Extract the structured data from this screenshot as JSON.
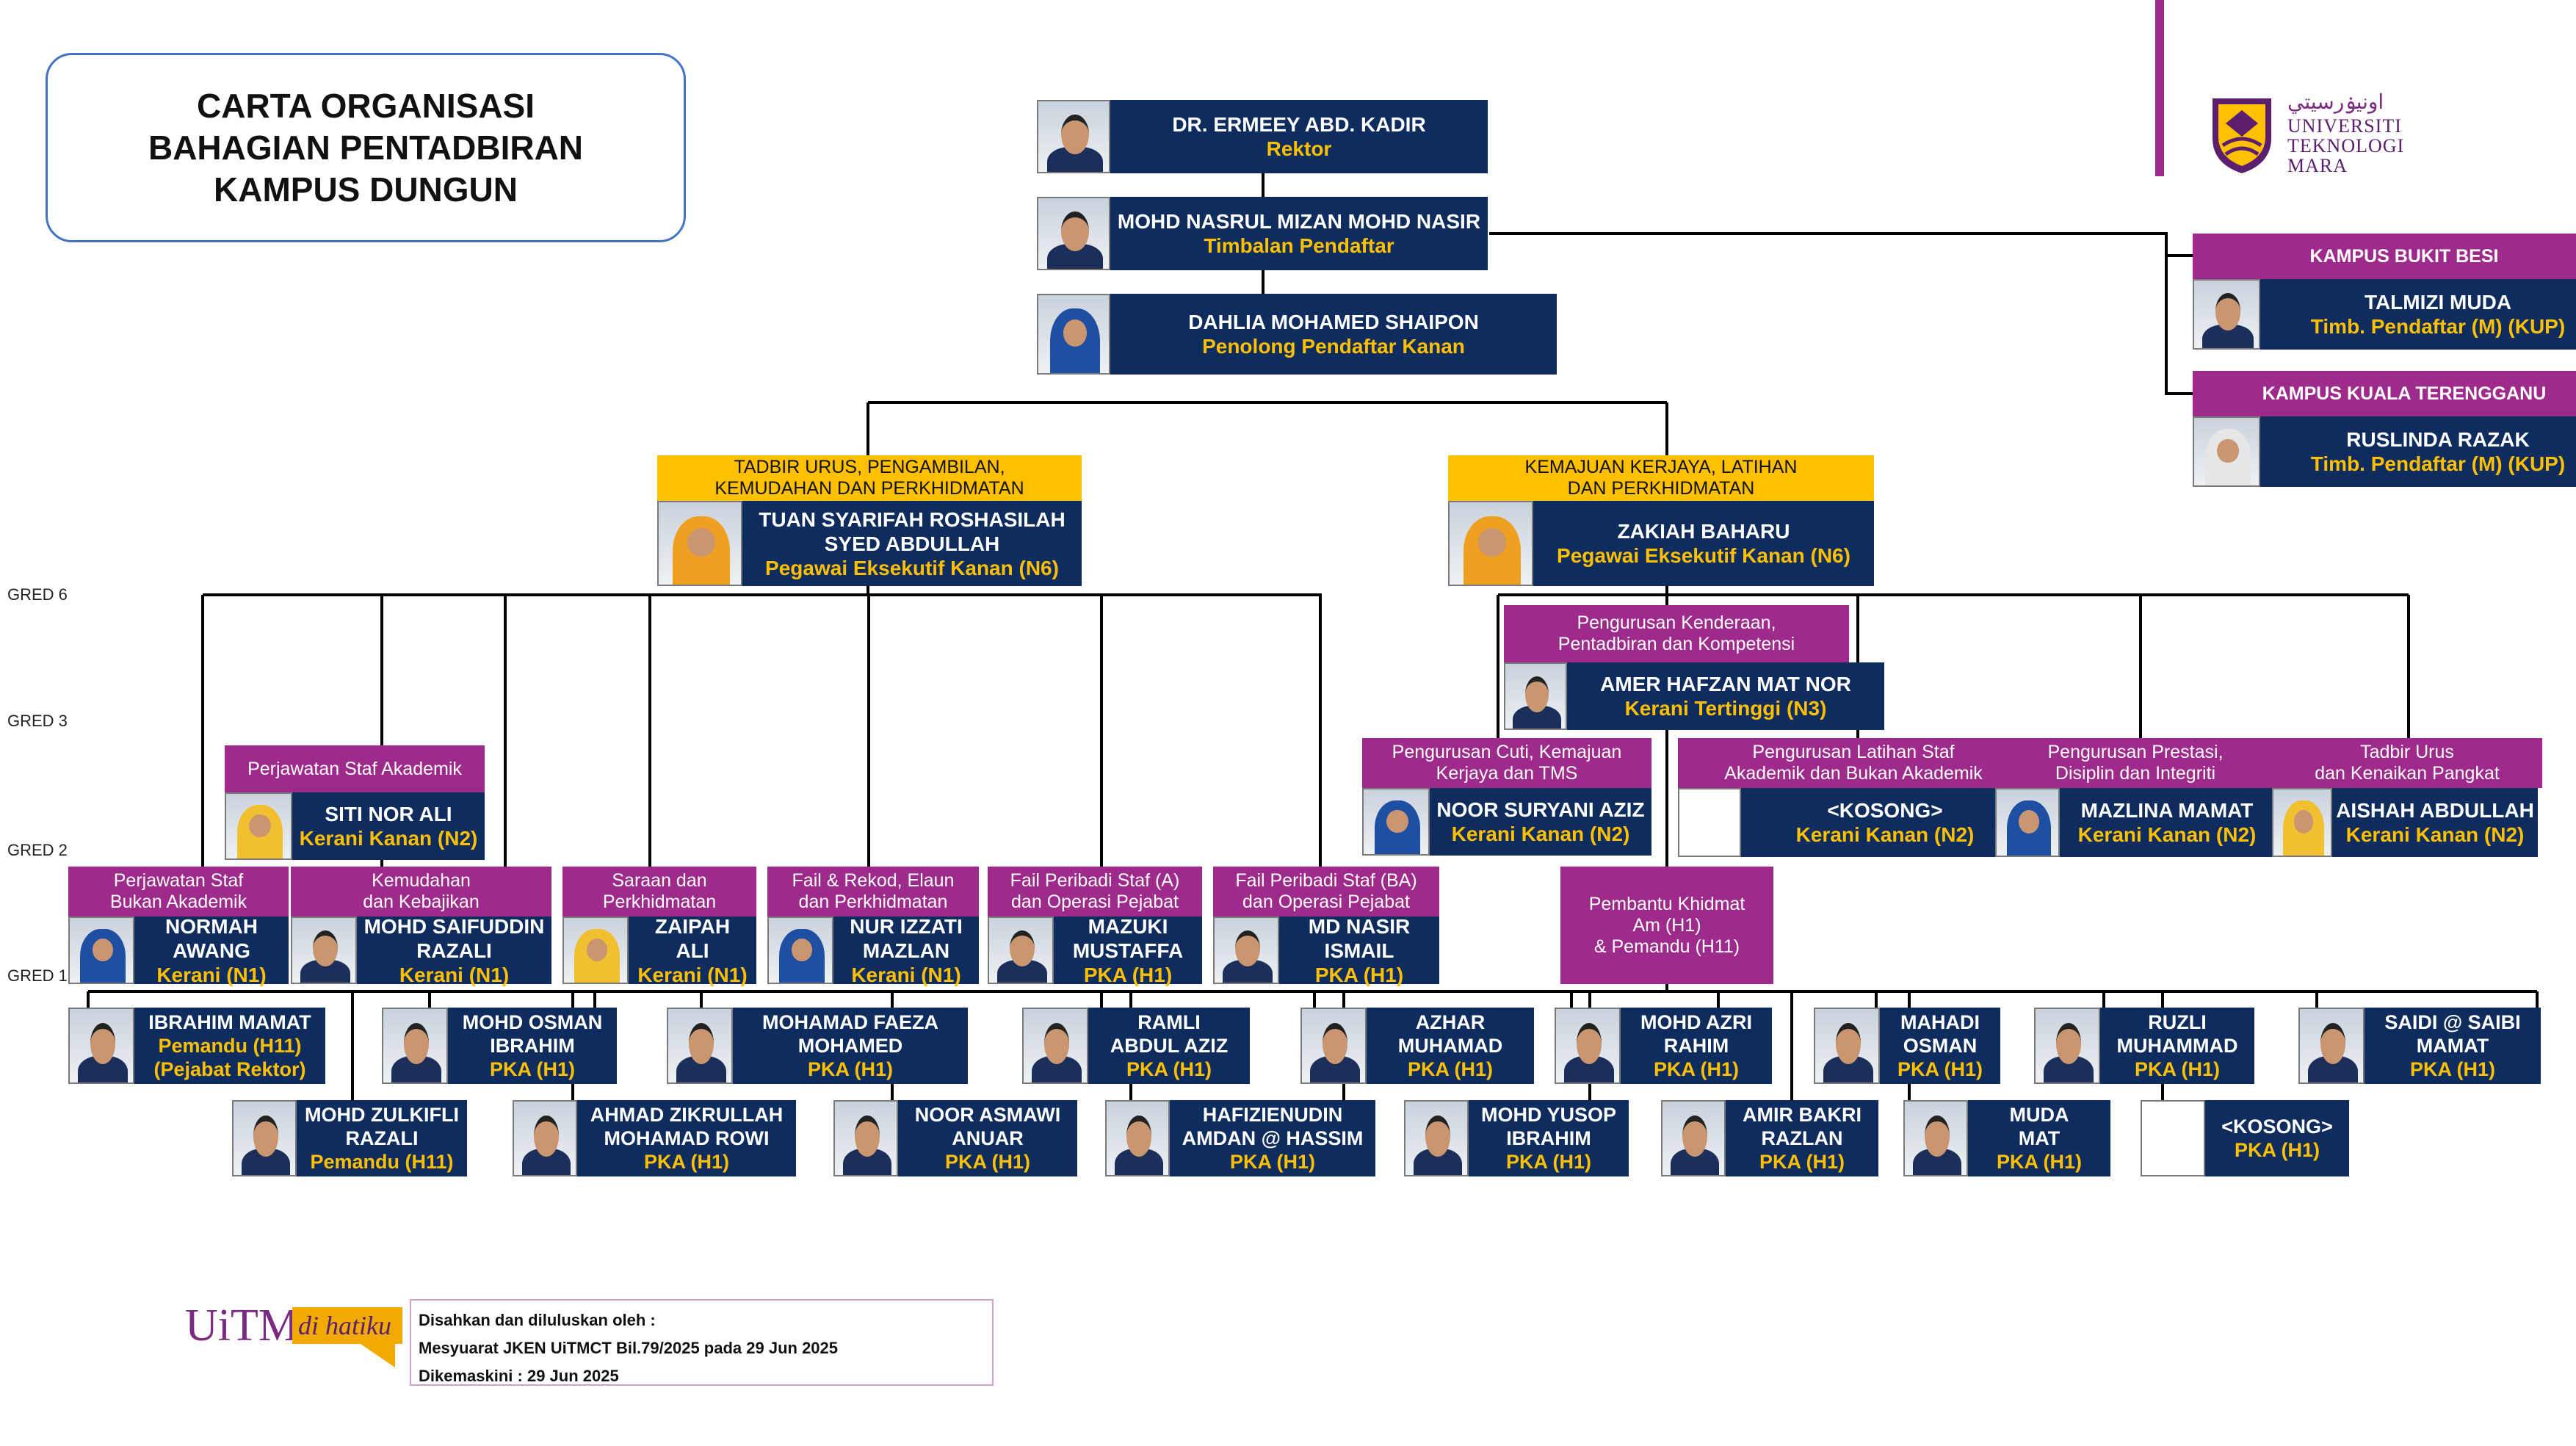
{
  "title": [
    "CARTA ORGANISASI",
    "BAHAGIAN PENTADBIRAN",
    "KAMPUS DUNGUN"
  ],
  "logo": {
    "line1": "UNIVERSITI",
    "line2": "TEKNOLOGI",
    "line3": "MARA",
    "arabic": "اونيۏرسيتي",
    "icon": "uitm-crest-icon"
  },
  "grades": [
    "GRED 6",
    "GRED 3",
    "GRED 2",
    "GRED 1"
  ],
  "colors": {
    "navy": "#0f2c5e",
    "gold": "#ffc000",
    "purple": "#9e2a8b",
    "frame": "#4472c4"
  },
  "top": [
    {
      "name": "DR. ERMEEY ABD. KADIR",
      "post": "Rektor"
    },
    {
      "name": "MOHD NASRUL MIZAN MOHD NASIR",
      "post": "Timbalan Pendaftar"
    },
    {
      "name": "DAHLIA MOHAMED SHAIPON",
      "post": "Penolong Pendaftar Kanan"
    }
  ],
  "campuses": [
    {
      "label": "KAMPUS BUKIT BESI",
      "name": "TALMIZI MUDA",
      "post": "Timb. Pendaftar (M) (KUP)"
    },
    {
      "label": "KAMPUS KUALA TERENGGANU",
      "name": "RUSLINDA RAZAK",
      "post": "Timb. Pendaftar (M) (KUP)"
    }
  ],
  "sections": [
    {
      "label": [
        "TADBIR URUS, PENGAMBILAN,",
        "KEMUDAHAN DAN PERKHIDMATAN"
      ],
      "name": [
        "TUAN SYARIFAH ROSHASILAH",
        "SYED ABDULLAH"
      ],
      "post": "Pegawai Eksekutif Kanan (N6)"
    },
    {
      "label": [
        "KEMAJUAN KERJAYA, LATIHAN",
        "DAN PERKHIDMATAN"
      ],
      "name": [
        "ZAKIAH BAHARU"
      ],
      "post": "Pegawai Eksekutif Kanan (N6)"
    }
  ],
  "units": {
    "amer": {
      "label": [
        "Pengurusan Kenderaan,",
        "Pentadbiran dan Kompetensi"
      ],
      "name": [
        "AMER HAFZAN MAT NOR"
      ],
      "post": "Kerani Tertinggi (N3)"
    },
    "siti": {
      "label": [
        "Perjawatan Staf Akademik"
      ],
      "name": [
        "SITI NOR ALI"
      ],
      "post": "Kerani Kanan (N2)"
    },
    "noor": {
      "label": [
        "Pengurusan Cuti, Kemajuan",
        "Kerjaya dan TMS"
      ],
      "name": [
        "NOOR SURYANI AZIZ"
      ],
      "post": "Kerani Kanan (N2)"
    },
    "kosong2": {
      "label": [
        "Pengurusan Latihan Staf",
        "Akademik dan Bukan Akademik"
      ],
      "name": [
        "<KOSONG>"
      ],
      "post": "Kerani Kanan (N2)"
    },
    "mazlina": {
      "label": [
        "Pengurusan Prestasi,",
        "Disiplin dan Integriti"
      ],
      "name": [
        "MAZLINA MAMAT"
      ],
      "post": "Kerani Kanan (N2)"
    },
    "aishah": {
      "label": [
        "Tadbir Urus",
        "dan Kenaikan Pangkat"
      ],
      "name": [
        "AISHAH ABDULLAH"
      ],
      "post": "Kerani Kanan (N2)"
    }
  },
  "n1": [
    {
      "label": [
        "Perjawatan Staf",
        "Bukan Akademik"
      ],
      "name": [
        "NORMAH",
        "AWANG"
      ],
      "post": "Kerani (N1)"
    },
    {
      "label": [
        "Kemudahan",
        "dan Kebajikan"
      ],
      "name": [
        "MOHD SAIFUDDIN",
        "RAZALI"
      ],
      "post": "Kerani (N1)"
    },
    {
      "label": [
        "Saraan dan",
        "Perkhidmatan"
      ],
      "name": [
        "ZAIPAH",
        "ALI"
      ],
      "post": "Kerani (N1)"
    },
    {
      "label": [
        "Fail & Rekod, Elaun",
        "dan Perkhidmatan"
      ],
      "name": [
        "NUR IZZATI",
        "MAZLAN"
      ],
      "post": "Kerani (N1)"
    },
    {
      "label": [
        "Fail Peribadi Staf (A)",
        "dan Operasi Pejabat"
      ],
      "name": [
        "MAZUKI",
        "MUSTAFFA"
      ],
      "post": "PKA (H1)"
    },
    {
      "label": [
        "Fail Peribadi Staf (BA)",
        "dan Operasi Pejabat"
      ],
      "name": [
        "MD NASIR",
        "ISMAIL"
      ],
      "post": "PKA (H1)"
    }
  ],
  "pembantu": [
    "Pembantu Khidmat",
    "Am (H1)",
    "& Pemandu (H11)"
  ],
  "row1": [
    {
      "name": [
        "IBRAHIM MAMAT"
      ],
      "post": [
        "Pemandu (H11)",
        "(Pejabat Rektor)"
      ]
    },
    {
      "name": [
        "MOHD OSMAN",
        "IBRAHIM"
      ],
      "post": [
        "PKA (H1)"
      ]
    },
    {
      "name": [
        "MOHAMAD FAEZA",
        "MOHAMED"
      ],
      "post": [
        "PKA (H1)"
      ]
    },
    {
      "name": [
        "RAMLI",
        "ABDUL AZIZ"
      ],
      "post": [
        "PKA (H1)"
      ]
    },
    {
      "name": [
        "AZHAR",
        "MUHAMAD"
      ],
      "post": [
        "PKA (H1)"
      ]
    },
    {
      "name": [
        "MOHD AZRI",
        "RAHIM"
      ],
      "post": [
        "PKA (H1)"
      ]
    },
    {
      "name": [
        "MAHADI",
        "OSMAN"
      ],
      "post": [
        "PKA (H1)"
      ]
    },
    {
      "name": [
        "RUZLI",
        "MUHAMMAD"
      ],
      "post": [
        "PKA (H1)"
      ]
    },
    {
      "name": [
        "SAIDI @ SAIBI",
        "MAMAT"
      ],
      "post": [
        "PKA (H1)"
      ]
    }
  ],
  "row2": [
    {
      "name": [
        "MOHD ZULKIFLI",
        "RAZALI"
      ],
      "post": [
        "Pemandu (H11)"
      ]
    },
    {
      "name": [
        "AHMAD ZIKRULLAH",
        "MOHAMAD ROWI"
      ],
      "post": [
        "PKA (H1)"
      ]
    },
    {
      "name": [
        "NOOR ASMAWI",
        "ANUAR"
      ],
      "post": [
        "PKA (H1)"
      ]
    },
    {
      "name": [
        "HAFIZIENUDIN",
        "AMDAN @ HASSIM"
      ],
      "post": [
        "PKA (H1)"
      ]
    },
    {
      "name": [
        "MOHD YUSOP",
        "IBRAHIM"
      ],
      "post": [
        "PKA (H1)"
      ]
    },
    {
      "name": [
        "AMIR BAKRI",
        "RAZLAN"
      ],
      "post": [
        "PKA (H1)"
      ]
    },
    {
      "name": [
        "MUDA",
        "MAT"
      ],
      "post": [
        "PKA (H1)"
      ]
    },
    {
      "name": [
        "<KOSONG>"
      ],
      "post": [
        "PKA (H1)"
      ]
    }
  ],
  "footer": {
    "brand": "UiTM",
    "brand_script": "di hatiku",
    "lines": [
      "Disahkan dan diluluskan oleh :",
      "Mesyuarat JKEN UiTMCT Bil.79/2025 pada 29 Jun 2025",
      "Dikemaskini : 29 Jun 2025"
    ]
  }
}
